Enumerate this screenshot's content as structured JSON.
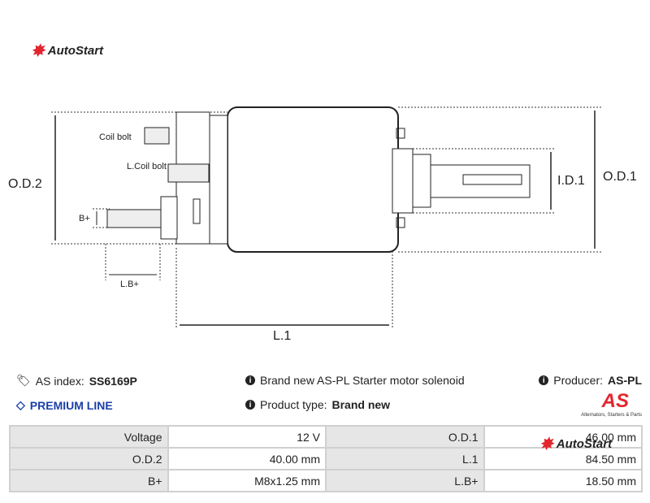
{
  "brand": {
    "name": "AutoStart",
    "color": "#e3262e"
  },
  "diagram": {
    "labels": {
      "od2": "O.D.2",
      "od1": "O.D.1",
      "id1": "I.D.1",
      "l1": "L.1",
      "lb": "L.B+",
      "bplus": "B+",
      "coil_bolt": "Coil bolt",
      "l_coil_bolt": "L.Coil bolt"
    }
  },
  "info": {
    "as_index_label": "AS index:",
    "as_index_value": "SS6169P",
    "premium": "PREMIUM LINE",
    "description": "Brand new AS-PL Starter motor solenoid",
    "product_type_label": "Product type:",
    "product_type_value": "Brand new",
    "producer_label": "Producer:",
    "producer_value": "AS-PL",
    "as_logo_text": "AS",
    "as_logo_tagline": "Alternators, Starters & Parts"
  },
  "specs": [
    {
      "l1": "Voltage",
      "v1": "12 V",
      "l2": "O.D.1",
      "v2": "46.00 mm"
    },
    {
      "l1": "O.D.2",
      "v1": "40.00 mm",
      "l2": "L.1",
      "v2": "84.50 mm"
    },
    {
      "l1": "B+",
      "v1": "M8x1.25 mm",
      "l2": "L.B+",
      "v2": "18.50 mm"
    }
  ]
}
